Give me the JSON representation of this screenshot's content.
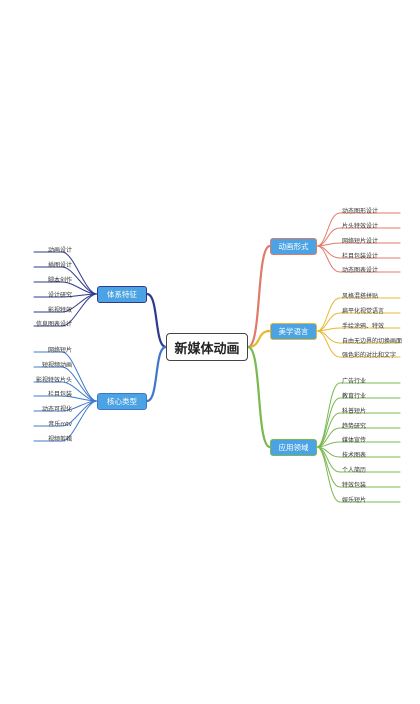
{
  "root": {
    "label": "新媒体动画"
  },
  "branches": {
    "b0": {
      "label": "体系特征",
      "color": "#2e3a8c",
      "leaves": [
        "动画设计",
        "插图设计",
        "脚本创作",
        "设计研究",
        "影视特效",
        "信息图表设计"
      ]
    },
    "b1": {
      "label": "核心类型",
      "color": "#3f78c8",
      "leaves": [
        "网络短片",
        "短视频动画",
        "影视特效片头",
        "栏目包装",
        "动态可视化",
        "音乐mtv",
        "视频剪辑"
      ]
    },
    "b2": {
      "label": "动画形式",
      "color": "#e07a6a",
      "leaves": [
        "动态图形设计",
        "片头特效设计",
        "网络短片设计",
        "栏目包装设计",
        "动态图表设计"
      ]
    },
    "b3": {
      "label": "美学语言",
      "color": "#e6b830",
      "leaves": [
        "风格混搭拼贴",
        "扁平化视觉语言",
        "手绘涂鸦、特效",
        "自由无边界的切换画面",
        "强色彩的对比和文字"
      ]
    },
    "b4": {
      "label": "应用领域",
      "color": "#7ab850",
      "leaves": [
        "广告行业",
        "教育行业",
        "科普短片",
        "趋势研究",
        "媒体宣传",
        "技术图表",
        "个人简历",
        "特效包装",
        "娱乐短片"
      ]
    }
  }
}
